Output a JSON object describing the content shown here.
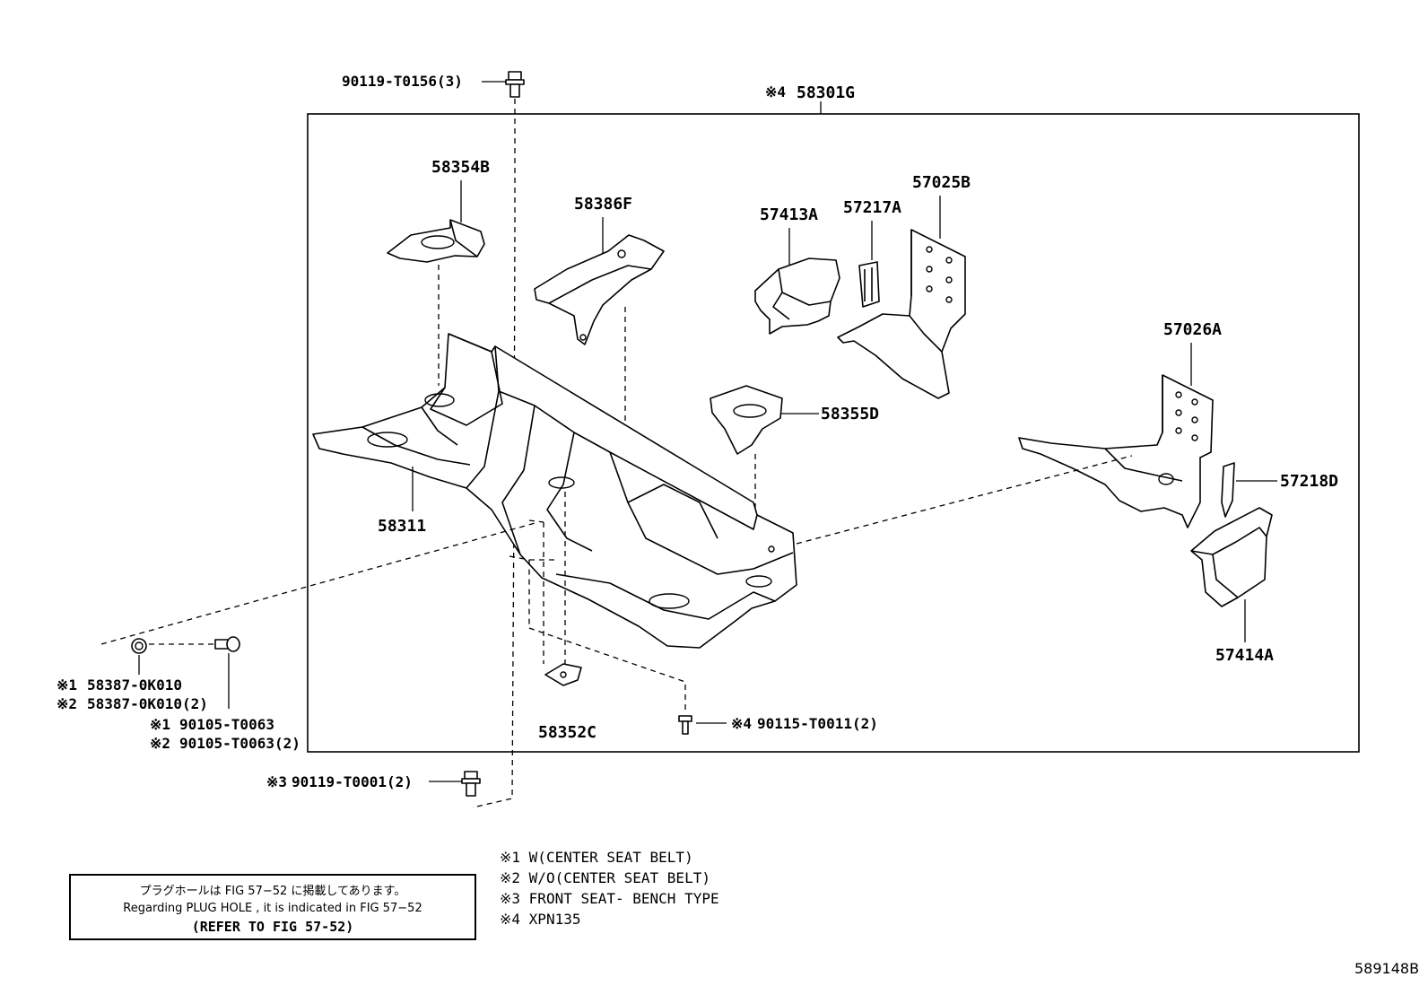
{
  "assembly": {
    "label": "58301G",
    "mark": "※4"
  },
  "parts": {
    "p58354B": "58354B",
    "p58386F": "58386F",
    "p57413A": "57413A",
    "p57217A": "57217A",
    "p57025B": "57025B",
    "p57026A": "57026A",
    "p58355D": "58355D",
    "p57218D": "57218D",
    "p58311": "58311",
    "p57414A": "57414A",
    "p58352C": "58352C",
    "bolt_top": "90119-T0156(3)",
    "bolt_4": "90115-T0011(2)",
    "bolt_4_mark": "※4",
    "bolt_3": "90119-T0001(2)",
    "bolt_3_mark": "※3",
    "grommet_1": "58387-0K010",
    "grommet_1_mark": "※1",
    "grommet_2": "58387-0K010(2)",
    "grommet_2_mark": "※2",
    "screw_1": "90105-T0063",
    "screw_1_mark": "※1",
    "screw_2": "90105-T0063(2)",
    "screw_2_mark": "※2"
  },
  "reference_box": {
    "line1": "プラグホールは FIG 57−52 に掲載してあります。",
    "line2": "Regarding PLUG HOLE , it is indicated in FIG 57−52",
    "line3": "(REFER TO FIG 57-52)"
  },
  "notes": [
    "※1 W(CENTER SEAT BELT)",
    "※2 W/O(CENTER SEAT BELT)",
    "※3 FRONT SEAT- BENCH TYPE",
    "※4 XPN135"
  ],
  "figure_number": "589148B"
}
